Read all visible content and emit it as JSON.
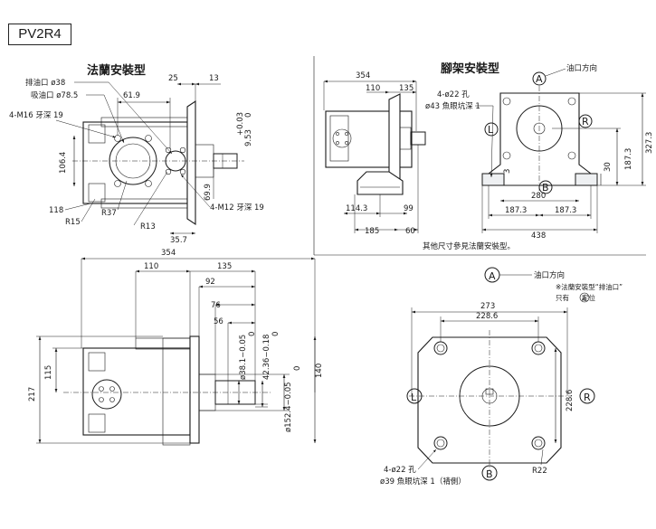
{
  "model": "PV2R4",
  "views": {
    "flange_top": {
      "heading": "法蘭安裝型",
      "callouts": {
        "drain": "排油口",
        "drain_dia": "ø38",
        "suction": "吸油口",
        "suction_dia": "ø78.5",
        "thread_a": "4-M16 牙深 19",
        "thread_b": "4-M12 牙深 19"
      },
      "dims": {
        "d61_9": "61.9",
        "d25": "25",
        "d13": "13",
        "d106_4": "106.4",
        "d118": "118",
        "r15": "R15",
        "r37": "R37",
        "r13": "R13",
        "d69_9": "69.9",
        "d35_7": "35.7",
        "shaft_tol": "+0.03",
        "shaft_tol2": "0",
        "shaft_dia": "9.53"
      }
    },
    "foot": {
      "heading": "腳架安裝型",
      "oil_direction": "油口方向",
      "hole_note": "4-ø22 孔",
      "spot_face": "ø43 魚眼坑深 1",
      "footnote": "其他尺寸參見法蘭安裝型。",
      "dims": {
        "d354": "354",
        "d110": "110",
        "d135": "135",
        "d114_3": "114.3",
        "d99": "99",
        "d185": "185",
        "d60": "60",
        "d280": "280",
        "d187_3a": "187.3",
        "d187_3b": "187.3",
        "d438": "438",
        "d187_3c": "187.3",
        "d327_3": "327.3",
        "d30": "30",
        "d3": "3"
      }
    },
    "flange_bottom": {
      "dims": {
        "d354": "354",
        "d110": "110",
        "d135": "135",
        "d92": "92",
        "d76": "76",
        "d56": "56",
        "d115": "115",
        "d217": "217",
        "d140": "140",
        "shaft": "ø38.1−0.05",
        "shaft_tol": "0",
        "d42_36": "42.36−0.18",
        "d42_tol": "0",
        "pilot": "ø152.4−0.05",
        "pilot_tol": "0"
      }
    },
    "flange_front": {
      "oil_direction": "油口方向",
      "note_line1": "※法蘭安裝型“排油口”",
      "note_line2_pre": "只有",
      "note_line2_post": "定位",
      "hole_note": "4-ø22 孔",
      "spot_face": "ø39 魚眼坑深 1（褙側）",
      "dims": {
        "d273": "273",
        "d228_6a": "228.6",
        "d228_6b": "228.6",
        "r22": "R22"
      }
    },
    "markers": {
      "A": "A",
      "B": "B",
      "L": "L",
      "R": "R"
    }
  }
}
